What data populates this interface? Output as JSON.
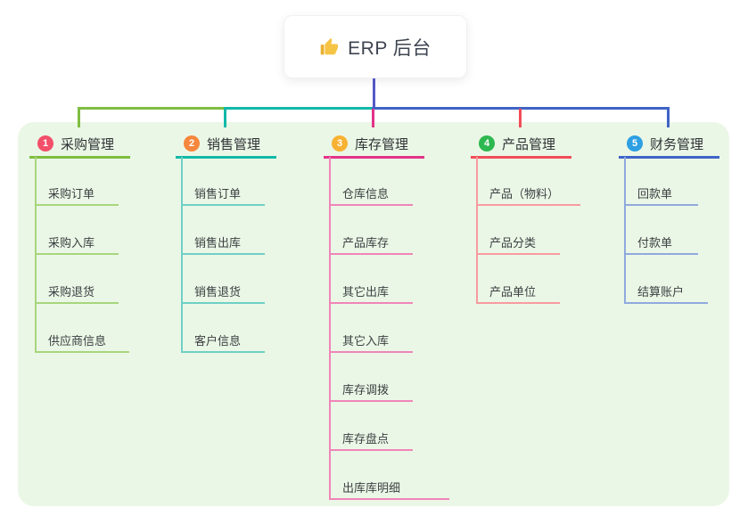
{
  "root": {
    "icon": "thumbs-up",
    "label": "ERP 后台"
  },
  "branches": [
    {
      "index": "1",
      "label": "采购管理",
      "badge_color": "#f2506a",
      "line_color": "#7fbd41",
      "child_line_color": "#a7d67e",
      "children": [
        "采购订单",
        "采购入库",
        "采购退货",
        "供应商信息"
      ]
    },
    {
      "index": "2",
      "label": "销售管理",
      "badge_color": "#f6873c",
      "line_color": "#10b9a8",
      "child_line_color": "#6fd0c5",
      "children": [
        "销售订单",
        "销售出库",
        "销售退货",
        "客户信息"
      ]
    },
    {
      "index": "3",
      "label": "库存管理",
      "badge_color": "#f8b233",
      "line_color": "#e23389",
      "child_line_color": "#ef85b8",
      "children": [
        "仓库信息",
        "产品库存",
        "其它出库",
        "其它入库",
        "库存调拨",
        "库存盘点",
        "出库库明细"
      ]
    },
    {
      "index": "4",
      "label": "产品管理",
      "badge_color": "#2eb850",
      "line_color": "#f14d58",
      "child_line_color": "#f79ba0",
      "children": [
        "产品（物料）",
        "产品分类",
        "产品单位"
      ]
    },
    {
      "index": "5",
      "label": "财务管理",
      "badge_color": "#2d9fe2",
      "line_color": "#3f64c7",
      "child_line_color": "#90a9dd",
      "children": [
        "回款单",
        "付款单",
        "结算账户"
      ]
    }
  ],
  "canvas": {
    "background": "#ffffff",
    "panel_color": "#ebf7e6",
    "root_tail_color": "#5458c8"
  }
}
